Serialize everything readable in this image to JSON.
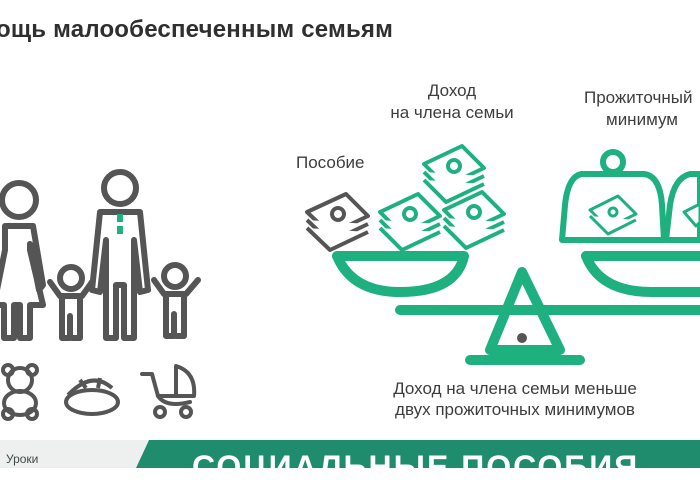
{
  "slide": {
    "title": "ощь малообеспеченным семьям"
  },
  "labels": {
    "benefit": "Пособие",
    "income_line1": "Доход",
    "income_line2": "на члена семьи",
    "minimum_line1": "Прожиточный",
    "minimum_line2": "минимум"
  },
  "caption": {
    "line1": "Доход на члена семьи меньше",
    "line2": "двух прожиточных минимумов"
  },
  "footer": {
    "left_text": "Уроки",
    "banner_text": "СОЦИАЛЬНЫЕ ПОСОБИЯ"
  },
  "colors": {
    "accent_green": "#1fb07f",
    "dark_green": "#1f8c6d",
    "icon_gray": "#5a5a5a"
  }
}
